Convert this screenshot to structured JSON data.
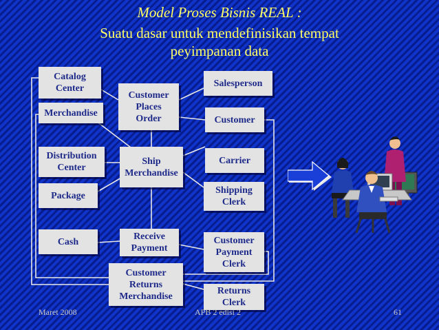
{
  "title": {
    "line1": "Model Proses Bisnis REAL :",
    "line2": "Suatu dasar untuk mendefinisikan tempat",
    "line3": "peyimpanan data"
  },
  "diagram": {
    "left": {
      "catalog_center": "Catalog\nCenter",
      "merchandise": "Merchandise",
      "distribution_center": "Distribution\nCenter",
      "package": "Package",
      "cash": "Cash"
    },
    "middle": {
      "customer_places_order": "Customer\nPlaces\nOrder",
      "ship_merchandise": "Ship\nMerchandise",
      "receive_payment": "Receive\nPayment",
      "customer_returns_merchandise": "Customer\nReturns\nMerchandise"
    },
    "right": {
      "salesperson": "Salesperson",
      "customer": "Customer",
      "carrier": "Carrier",
      "shipping_clerk": "Shipping\nClerk",
      "customer_payment_clerk": "Customer\nPayment\nClerk",
      "returns_clerk": "Returns\nClerk"
    }
  },
  "footer": {
    "date": "Maret 2008",
    "edition": "APB 2 edisi 2",
    "page": "61"
  },
  "colors": {
    "background": "#0a2dc4",
    "title": "#ffff66",
    "box_fill": "#e3e3e3",
    "box_text": "#1e2a8a",
    "connector": "#e8e8e8",
    "arrow": "#1a3fd8"
  },
  "icons": {
    "arrow": "arrow-right-icon",
    "illustration": "office-workers-at-computers"
  }
}
